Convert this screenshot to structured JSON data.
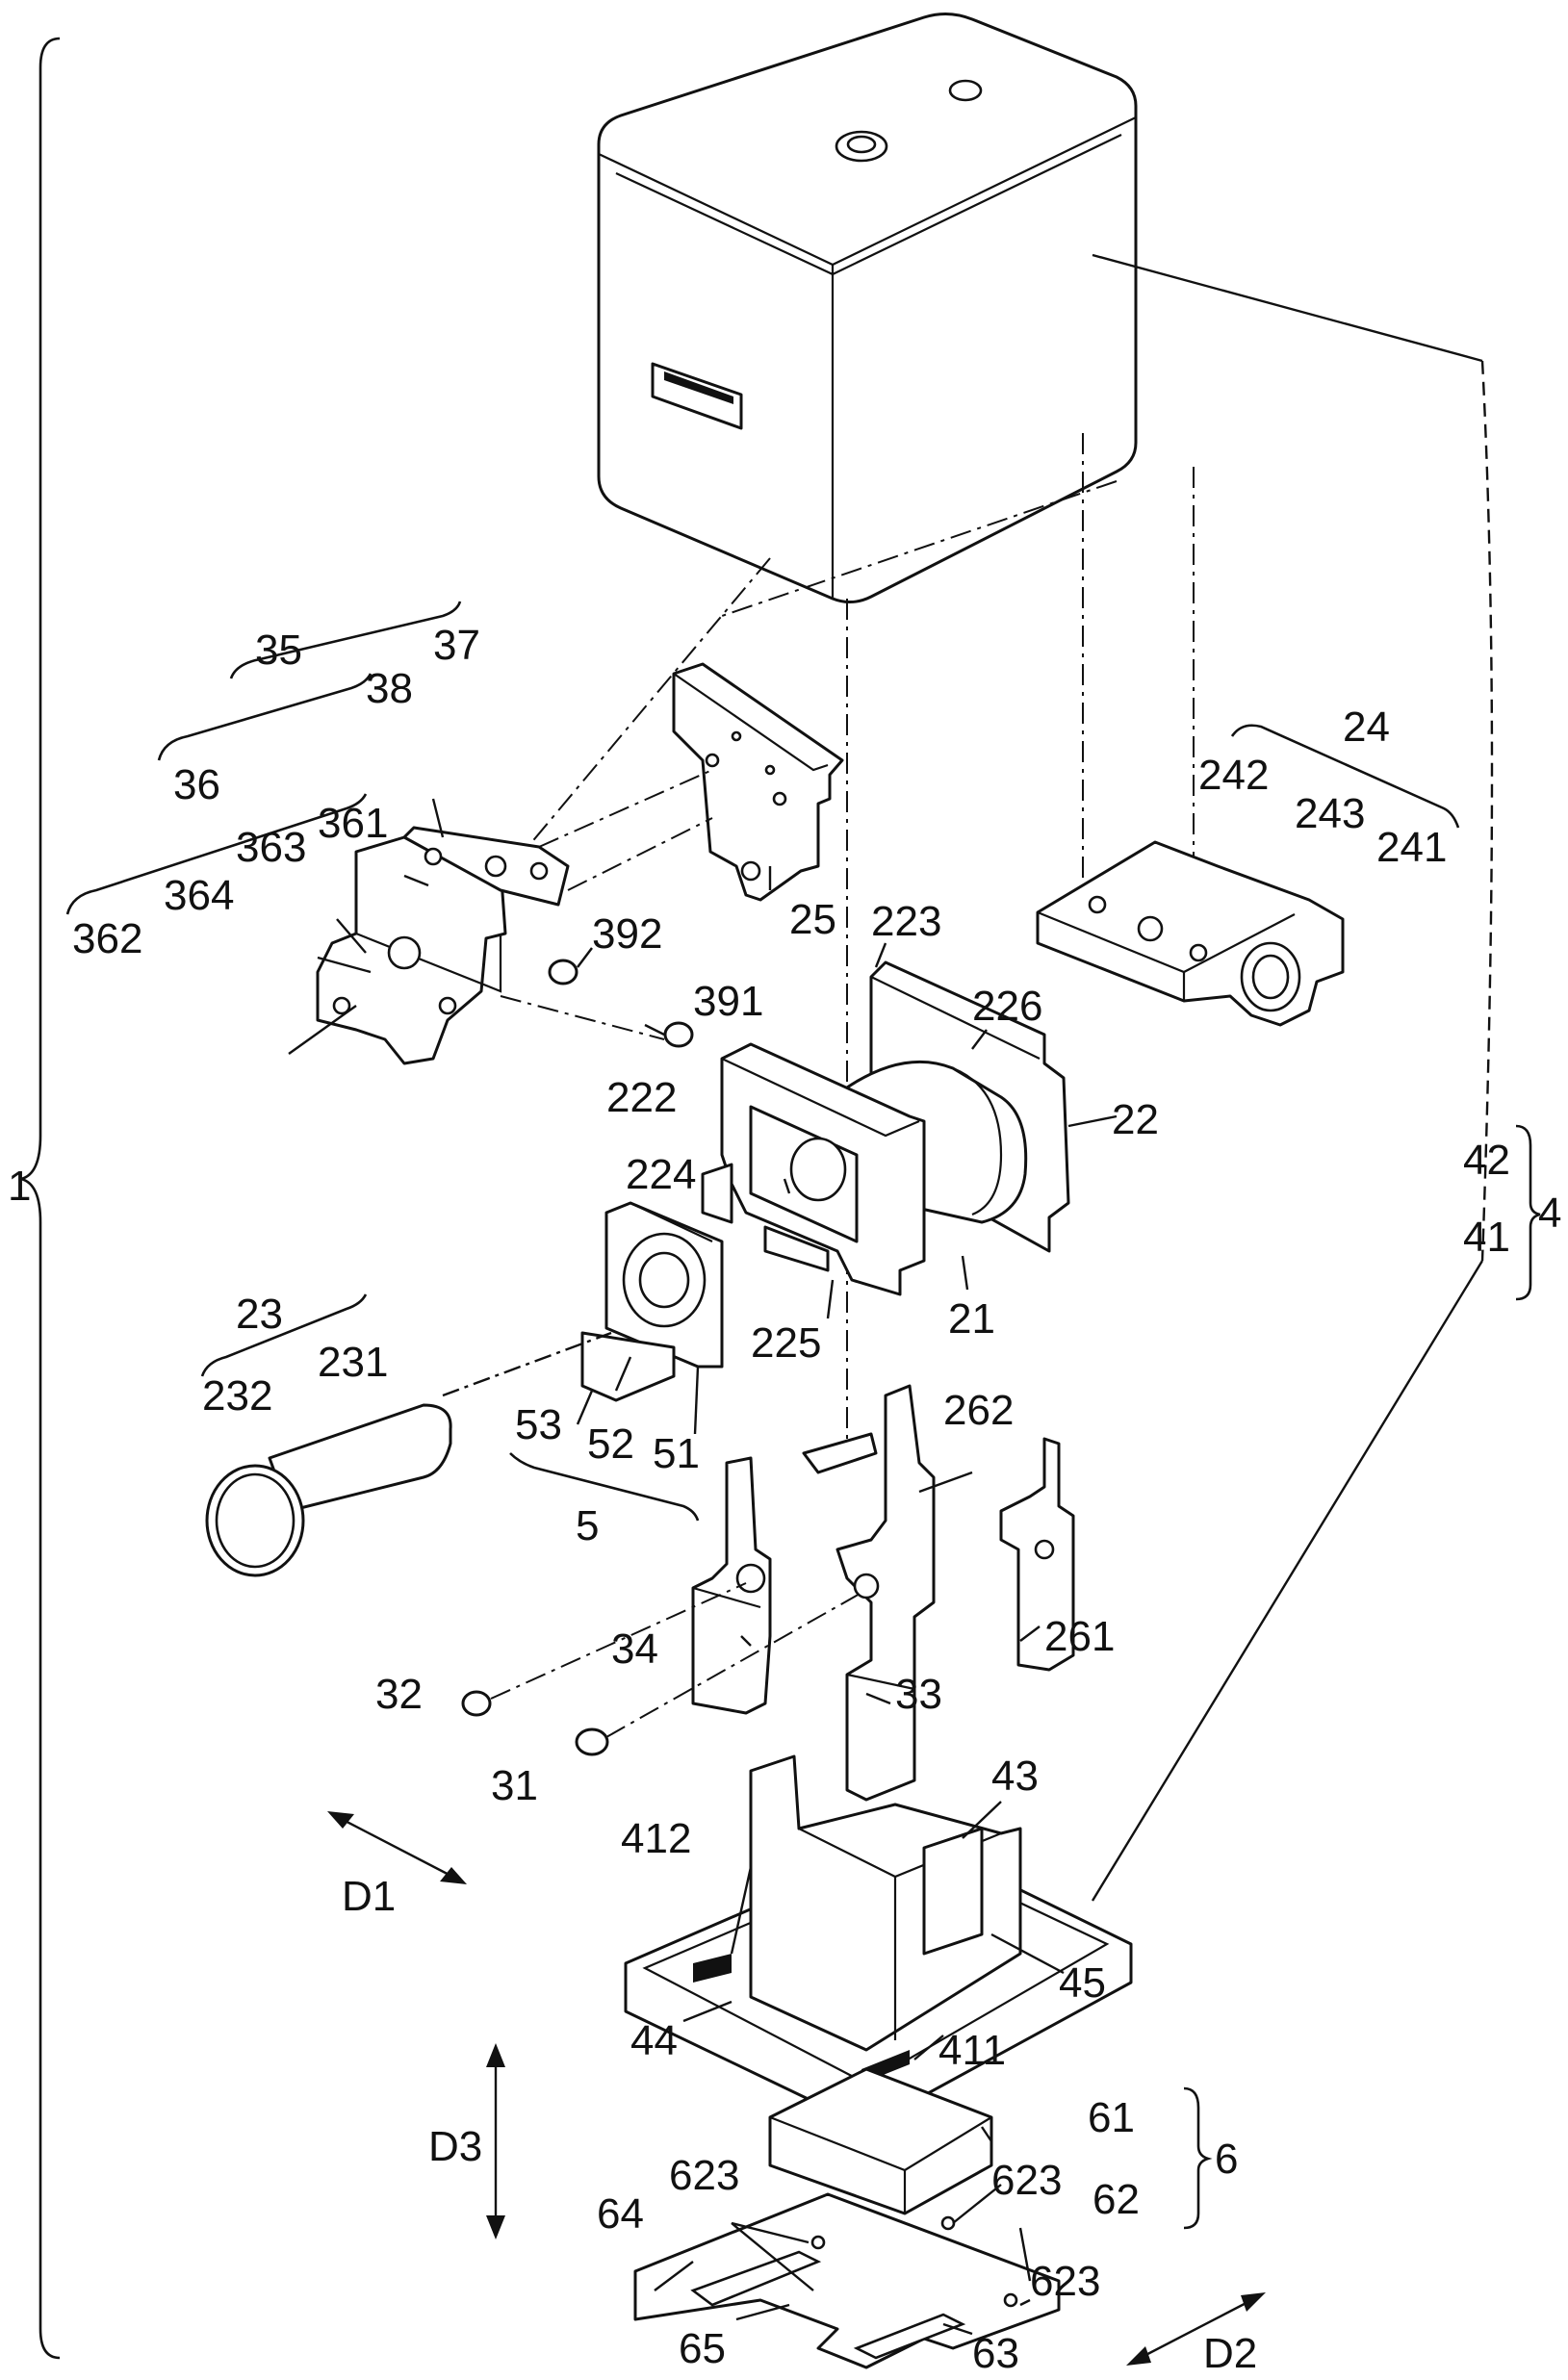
{
  "figure": {
    "type": "exploded assembly drawing",
    "labels": {
      "l1": "1",
      "l4": "4",
      "l41": "41",
      "l42": "42",
      "l411": "411",
      "l412": "412",
      "l43": "43",
      "l44": "44",
      "l45": "45",
      "l5": "5",
      "l51": "51",
      "l52": "52",
      "l53": "53",
      "l6": "6",
      "l61": "61",
      "l62": "62",
      "l623a": "623",
      "l623b": "623",
      "l623c": "623",
      "l63": "63",
      "l64": "64",
      "l65": "65",
      "l21": "21",
      "l22": "22",
      "l222": "222",
      "l223": "223",
      "l224": "224",
      "l225": "225",
      "l226": "226",
      "l23": "23",
      "l231": "231",
      "l232": "232",
      "l24": "24",
      "l241": "241",
      "l242": "242",
      "l243": "243",
      "l25": "25",
      "l261": "261",
      "l262": "262",
      "l31": "31",
      "l32": "32",
      "l33": "33",
      "l34": "34",
      "l35": "35",
      "l36": "36",
      "l361": "361",
      "l362": "362",
      "l363": "363",
      "l364": "364",
      "l37": "37",
      "l38": "38",
      "l391": "391",
      "l392": "392",
      "d1": "D1",
      "d2": "D2",
      "d3": "D3"
    }
  }
}
